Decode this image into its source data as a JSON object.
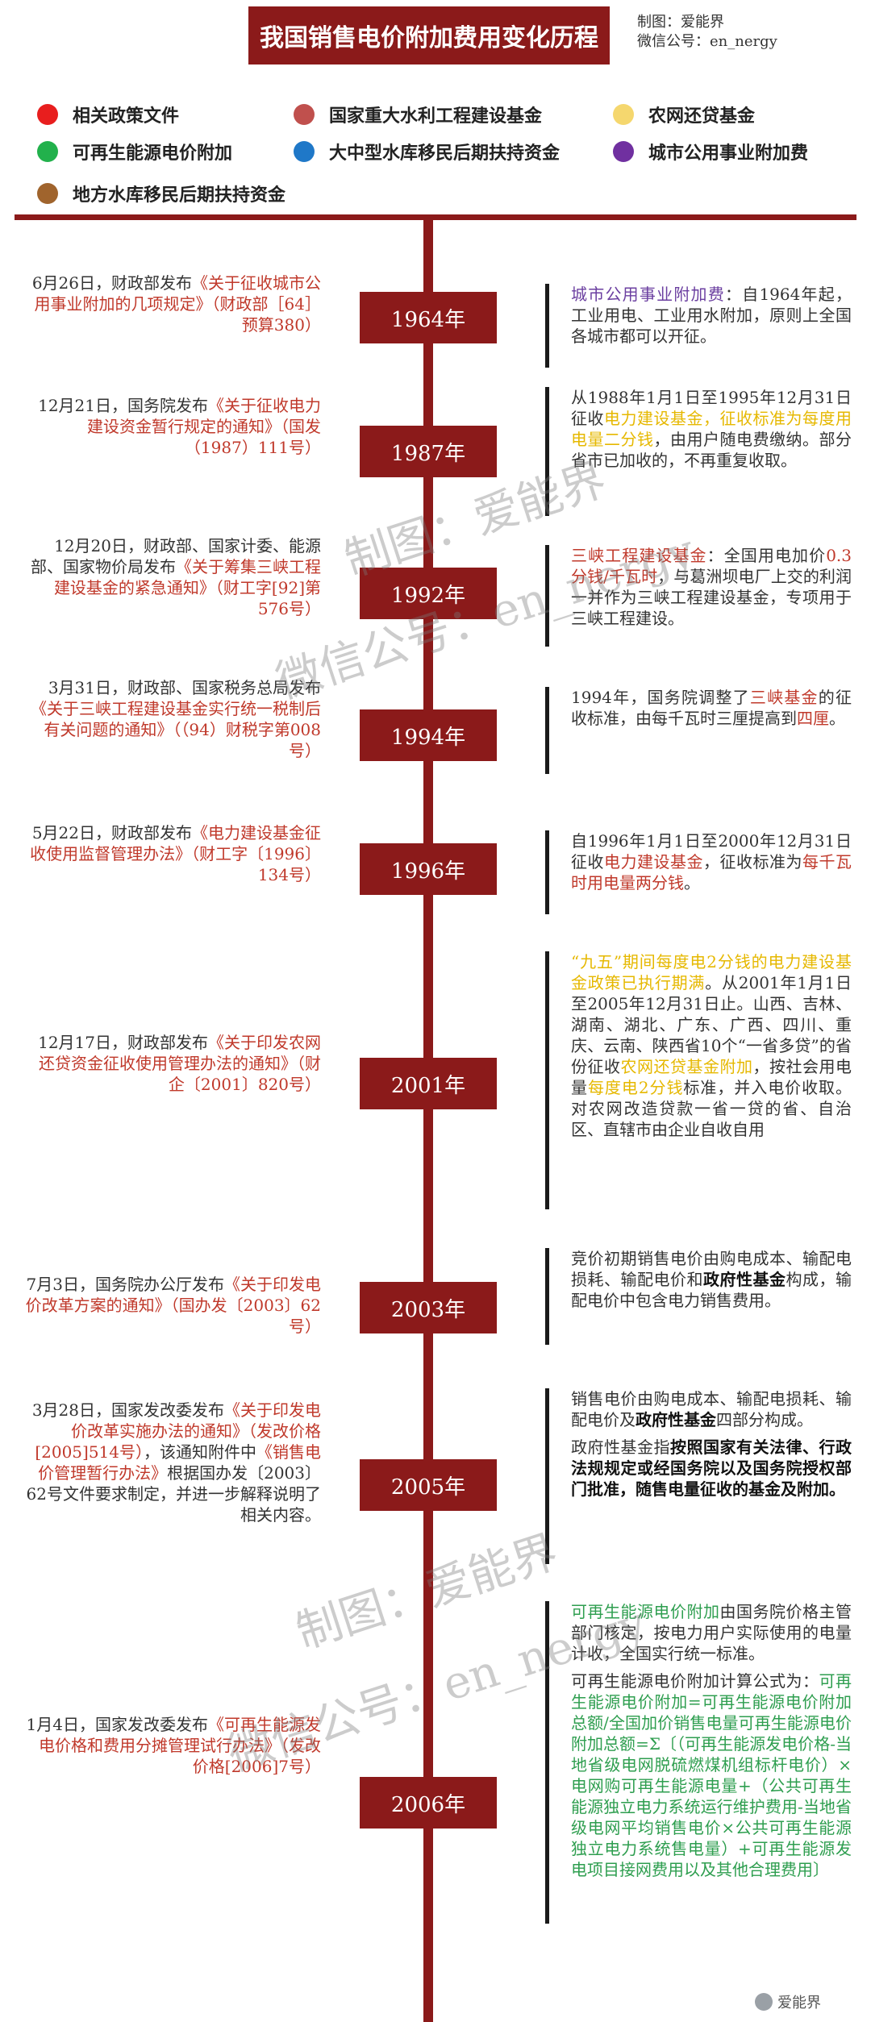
{
  "title": "我国销售电价附加费用变化历程",
  "credit": {
    "line1": "制图：爱能界",
    "line2": "微信公号：en_nergy"
  },
  "legend": [
    {
      "label": "相关政策文件",
      "color": "#e81e1e"
    },
    {
      "label": "国家重大水利工程建设基金",
      "color": "#c0504d"
    },
    {
      "label": "农网还贷基金",
      "color": "#f5d76e"
    },
    {
      "label": "可再生能源电价附加",
      "color": "#22b14c"
    },
    {
      "label": "大中型水库移民后期扶持资金",
      "color": "#1f78c8"
    },
    {
      "label": "城市公用事业附加费",
      "color": "#7030a0"
    },
    {
      "label": "地方水库移民后期扶持资金",
      "color": "#a0642d"
    }
  ],
  "events": [
    {
      "year": "1964年",
      "left": [
        [
          "",
          "6月26日，财政部发布"
        ],
        [
          "red",
          "《关于征收城市公用事业附加的几项规定》（财政部［64］预算380）"
        ]
      ],
      "right": [
        [
          "purple",
          "城市公用事业附加费"
        ],
        [
          "",
          "：自1964年起，工业用电、工业用水附加，原则上全国各城市都可以开征。"
        ]
      ]
    },
    {
      "year": "1987年",
      "left": [
        [
          "",
          "12月21日，国务院发布"
        ],
        [
          "red",
          "《关于征收电力建设资金暂行规定的通知》（国发（1987）111号）"
        ]
      ],
      "right": [
        [
          "",
          "从1988年1月1日至1995年12月31日征收"
        ],
        [
          "gold",
          "电力建设基金，征收标准为每度用电量二分钱"
        ],
        [
          "",
          "，由用户随电费缴纳。部分省市已加收的，不再重复收取。"
        ]
      ]
    },
    {
      "year": "1992年",
      "left": [
        [
          "",
          "12月20日，财政部、国家计委、能源部、国家物价局发布"
        ],
        [
          "red",
          "《关于筹集三峡工程建设基金的紧急通知》（财工字[92]第576号）"
        ]
      ],
      "right": [
        [
          "red",
          "三峡工程建设基金"
        ],
        [
          "",
          "：全国用电加价"
        ],
        [
          "red",
          "0.3分钱/千瓦时"
        ],
        [
          "",
          "，与葛洲坝电厂上交的利润一并作为三峡工程建设基金，专项用于三峡工程建设。"
        ]
      ]
    },
    {
      "year": "1994年",
      "left": [
        [
          "",
          "3月31日，财政部、国家税务总局发布"
        ],
        [
          "red",
          "《关于三峡工程建设基金实行统一税制后有关问题的通知》（（94）财税字第008号）"
        ]
      ],
      "right": [
        [
          "",
          "1994年，国务院调整了"
        ],
        [
          "red",
          "三峡基金"
        ],
        [
          "",
          "的征收标准，由每千瓦时三厘提高到"
        ],
        [
          "red",
          "四厘"
        ],
        [
          "",
          "。"
        ]
      ]
    },
    {
      "year": "1996年",
      "left": [
        [
          "",
          "5月22日，财政部发布"
        ],
        [
          "red",
          "《电力建设基金征收使用监督管理办法》（财工字〔1996〕134号）"
        ]
      ],
      "right": [
        [
          "",
          "自1996年1月1日至2000年12月31日征收"
        ],
        [
          "red",
          "电力建设基金"
        ],
        [
          "",
          "，征收标准为"
        ],
        [
          "red",
          "每千瓦时用电量两分钱"
        ],
        [
          "",
          "。"
        ]
      ]
    },
    {
      "year": "2001年",
      "left": [
        [
          "",
          "12月17日，财政部发布"
        ],
        [
          "red",
          "《关于印发农网还贷资金征收使用管理办法的通知》（财企〔2001〕820号）"
        ]
      ],
      "right": [
        [
          "gold",
          "“九五”期间每度电2分钱的电力建设基金政策已执行期满"
        ],
        [
          "",
          "。从2001年1月1日至2005年12月31日止。山西、吉林、湖南、湖北、广东、广西、四川、重庆、云南、陕西省10个“一省多贷”的省份征收"
        ],
        [
          "gold",
          "农网还贷基金附加"
        ],
        [
          "",
          "，按社会用电量"
        ],
        [
          "gold",
          "每度电2分钱"
        ],
        [
          "",
          "标准，并入电价收取。对农网改造贷款一省一贷的省、自治区、直辖市由企业自收自用"
        ]
      ]
    },
    {
      "year": "2003年",
      "left": [
        [
          "",
          "7月3日，国务院办公厅发布"
        ],
        [
          "red",
          "《关于印发电价改革方案的通知》（国办发〔2003〕62号）"
        ]
      ],
      "right": [
        [
          "",
          "竞价初期销售电价由购电成本、输配电损耗、输配电价和"
        ],
        [
          "bold",
          "政府性基金"
        ],
        [
          "",
          "构成，输配电价中包含电力销售费用。"
        ]
      ]
    },
    {
      "year": "2005年",
      "left": [
        [
          "",
          "3月28日，国家发改委发布"
        ],
        [
          "red",
          "《关于印发电价改革实施办法的通知》（发改价格[2005]514号）"
        ],
        [
          "",
          "，该通知附件中"
        ],
        [
          "red",
          "《销售电价管理暂行办法》"
        ],
        [
          "",
          "根据国办发〔2003〕62号文件要求制定，并进一步解释说明了相关内容。"
        ]
      ],
      "right": [
        [
          "",
          "销售电价由购电成本、输配电损耗、输配电价及"
        ],
        [
          "bold",
          "政府性基金"
        ],
        [
          "",
          "四部分构成。"
        ],
        [
          "br",
          ""
        ],
        [
          "",
          "政府性基金指"
        ],
        [
          "bold",
          "按照国家有关法律、行政法规规定或经国务院以及国务院授权部门批准，随售电量征收的基金及附加。"
        ]
      ]
    },
    {
      "year": "2006年",
      "left": [
        [
          "",
          "1月4日，国家发改委发布"
        ],
        [
          "red",
          "《可再生能源发电价格和费用分摊管理试行办法》（发改价格[2006]7号）"
        ]
      ],
      "right": [
        [
          "green",
          "可再生能源电价附加"
        ],
        [
          "",
          "由国务院价格主管部门核定，按电力用户实际使用的电量计收，全国实行统一标准。"
        ],
        [
          "br",
          ""
        ],
        [
          "",
          "可再生能源电价附加计算公式为："
        ],
        [
          "green",
          "可再生能源电价附加=可再生能源电价附加总额/全国加价销售电量可再生能源电价附加总额=Σ〔（可再生能源发电价格-当地省级电网脱硫燃煤机组标杆电价）×电网购可再生能源电量+（公共可再生能源独立电力系统运行维护费用-当地省级电网平均销售电价×公共可再生能源独立电力系统售电量）+可再生能源发电项目接网费用以及其他合理费用〕"
        ]
      ]
    }
  ],
  "watermark": [
    "制图：爱能界",
    "微信公号：en_nergy"
  ],
  "logo": "爱能界"
}
